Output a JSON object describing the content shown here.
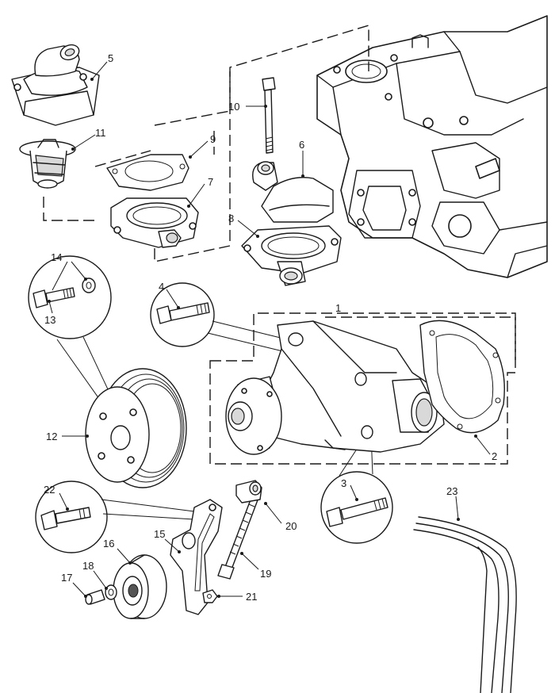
{
  "callouts": {
    "c1": "1",
    "c2": "2",
    "c3": "3",
    "c4": "4",
    "c5": "5",
    "c6": "6",
    "c7": "7",
    "c8": "8",
    "c9": "9",
    "c10": "10",
    "c11": "11",
    "c12": "12",
    "c13": "13",
    "c14": "14",
    "c15": "15",
    "c16": "16",
    "c17": "17",
    "c18": "18",
    "c19": "19",
    "c20": "20",
    "c21": "21",
    "c22": "22",
    "c23": "23"
  },
  "colors": {
    "ink": "#1a1a1a",
    "paper": "#ffffff",
    "shade": "#d9d9d9"
  }
}
